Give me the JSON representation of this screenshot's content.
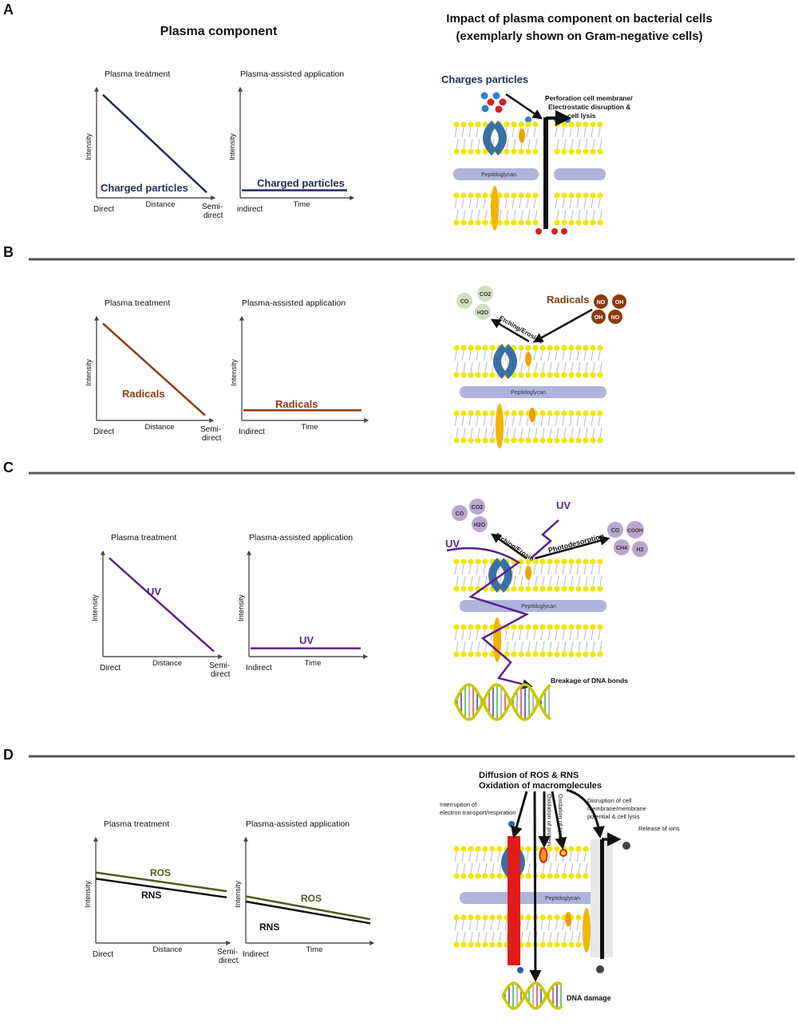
{
  "header": {
    "left_title": "Plasma component",
    "right_title_line1": "Impact of plasma component on bacterial cells",
    "right_title_line2": "(exemplarly shown on Gram-negative cells)"
  },
  "common": {
    "intensity": "Intensity",
    "distance": "Distance",
    "time": "Time",
    "direct": "Direct",
    "semi1": "Semi-",
    "semi2": "direct",
    "plasma_treatment": "Plasma treatment",
    "plasma_assisted": "Plasma-assisted application",
    "peptidoglycan": "Peptidoglycan"
  },
  "colors": {
    "charged": "#1f2a5c",
    "radicals": "#8b3a0f",
    "uv": "#5b1f8c",
    "ros": "#4f5a1e",
    "rns": "#111111",
    "lipid_head": "#f2e500",
    "protein": "#3a6ea5",
    "peptidoglycan": "#aeb4dc"
  },
  "panels": {
    "A": {
      "letter": "A",
      "indirect": "indirect",
      "series_label": "Charged particles",
      "cell_heading": "Charges particles",
      "annot1": "Perforation cell membrane/",
      "annot2": "Electrostatic disruption &",
      "annot3": "cell lysis",
      "chart_data": [
        {
          "type": "line",
          "title": "Plasma treatment",
          "xlabel": "Distance",
          "ylabel": "Intensity",
          "series": [
            {
              "name": "Charged particles",
              "values": [
                0.95,
                0.05
              ]
            }
          ],
          "categories": [
            "Direct",
            "Semi-direct"
          ]
        },
        {
          "type": "line",
          "title": "Plasma-assisted application",
          "xlabel": "Time",
          "ylabel": "Intensity",
          "series": [
            {
              "name": "Charged particles",
              "values": [
                0.07,
                0.07
              ]
            }
          ],
          "categories": [
            "indirect",
            ""
          ]
        }
      ]
    },
    "B": {
      "letter": "B",
      "indirect": "Indirect",
      "series_label": "Radicals",
      "cell_heading": "Radicals",
      "etching": "Etching/Erosion",
      "left_molecules": [
        "CO",
        "CO2",
        "H2O"
      ],
      "right_molecules": [
        "NO",
        "OH",
        "OH",
        "NO"
      ],
      "chart_data": [
        {
          "type": "line",
          "title": "Plasma treatment",
          "xlabel": "Distance",
          "ylabel": "Intensity",
          "series": [
            {
              "name": "Radicals",
              "values": [
                0.95,
                0.05
              ]
            }
          ],
          "categories": [
            "Direct",
            "Semi-direct"
          ]
        },
        {
          "type": "line",
          "title": "Plasma-assisted application",
          "xlabel": "Time",
          "ylabel": "Intensity",
          "series": [
            {
              "name": "Radicals",
              "values": [
                0.1,
                0.1
              ]
            }
          ],
          "categories": [
            "Indirect",
            ""
          ]
        }
      ]
    },
    "C": {
      "letter": "C",
      "indirect": "Indirect",
      "series_label": "UV",
      "uv1": "UV",
      "uv2": "UV",
      "etching": "Etching/Erosion",
      "photodesorption": "Photodesorption",
      "dna_annot": "Breakage of DNA bonds",
      "left_molecules": [
        "CO",
        "CO2",
        "H2O"
      ],
      "right_molecules": [
        "CO",
        "COOH",
        "CH4",
        "H2"
      ],
      "chart_data": [
        {
          "type": "line",
          "title": "Plasma treatment",
          "xlabel": "Distance",
          "ylabel": "Intensity",
          "series": [
            {
              "name": "UV",
              "values": [
                0.95,
                0.05
              ]
            }
          ],
          "categories": [
            "Direct",
            "Semi-direct"
          ]
        },
        {
          "type": "line",
          "title": "Plasma-assisted application",
          "xlabel": "Time",
          "ylabel": "Intensity",
          "series": [
            {
              "name": "UV",
              "values": [
                0.08,
                0.08
              ]
            }
          ],
          "categories": [
            "Indirect",
            ""
          ]
        }
      ]
    },
    "D": {
      "letter": "D",
      "indirect": "Indirect",
      "ros": "ROS",
      "rns": "RNS",
      "diffusion1": "Diffusion of ROS & RNS",
      "diffusion2": "Oxidation of macromolecules",
      "interrupt1": "Interruption of",
      "interrupt2": "electron transport/respiration",
      "ox_proteins": "Oxidation of proteins",
      "ox_lipids": "Oxidation of lipids",
      "disrupt1": "Disruption of cell",
      "disrupt2": "membrane/membrane",
      "disrupt3": "potential & cell lysis",
      "release_ions": "Release of ions",
      "dna_damage": "DNA damage",
      "chart_data": [
        {
          "type": "line",
          "title": "Plasma treatment",
          "xlabel": "Distance",
          "ylabel": "Intensity",
          "series": [
            {
              "name": "ROS",
              "values": [
                0.68,
                0.5
              ]
            },
            {
              "name": "RNS",
              "values": [
                0.62,
                0.44
              ]
            }
          ],
          "categories": [
            "Direct",
            "Semi-direct"
          ]
        },
        {
          "type": "line",
          "title": "Plasma-assisted application",
          "xlabel": "Time",
          "ylabel": "Intensity",
          "series": [
            {
              "name": "ROS",
              "values": [
                0.45,
                0.23
              ]
            },
            {
              "name": "RNS",
              "values": [
                0.4,
                0.19
              ]
            }
          ],
          "categories": [
            "Indirect",
            ""
          ]
        }
      ]
    }
  }
}
